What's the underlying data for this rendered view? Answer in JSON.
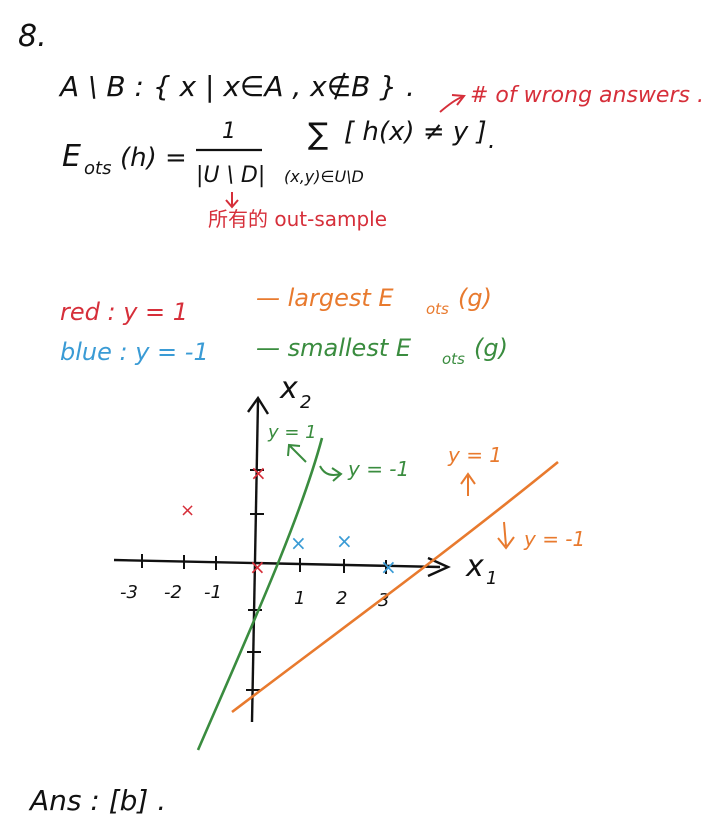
{
  "problem_number": "8.",
  "set_difference": {
    "text": "A \\ B : { x | x∈A , x∉B } ."
  },
  "formula": {
    "lhs": "E",
    "lhs_sub": "ots",
    "lhs_arg": "(h) =",
    "frac_num": "1",
    "frac_den": "|U \\ D|",
    "sigma": "∑",
    "sum_sub": "(x,y)∈U\\D",
    "summand": "[ h(x) ≠ y ]",
    "period": "."
  },
  "annotations": {
    "wrong_answers": "# of wrong answers .",
    "out_sample": "所有的 out-sample"
  },
  "legend": {
    "red_label": "red : y = 1",
    "blue_label": "blue : y = -1",
    "orange_text": "— largest E",
    "orange_sub": "ots",
    "orange_tail": "(g)",
    "green_text": "— smallest E",
    "green_sub": "ots",
    "green_tail": "(g)"
  },
  "colors": {
    "red": "#d62f3a",
    "blue": "#3a9bd5",
    "orange": "#e87a2e",
    "green": "#3a8c3f",
    "ink": "#111111"
  },
  "plot": {
    "x_axis_label": "x",
    "x_axis_sub": "1",
    "y_axis_label": "x",
    "y_axis_sub": "2",
    "x_tick_labels": [
      "-3",
      "-2",
      "-1",
      "1",
      "2",
      "3"
    ],
    "green_up_label": "y = 1",
    "green_down_label": "y = -1",
    "orange_up_label": "y = 1",
    "orange_down_label": "y = -1"
  },
  "answer": "Ans : [b] ."
}
